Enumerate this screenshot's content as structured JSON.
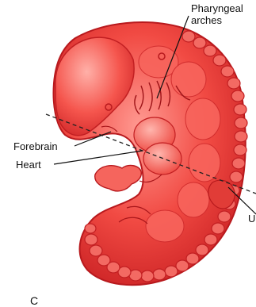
{
  "diagram": {
    "labels": {
      "pharyngeal_line1": "Pharyngeal",
      "pharyngeal_line2": "arches",
      "forebrain": "Forebrain",
      "heart": "Heart",
      "right_cut": "U",
      "panel_letter": "C"
    },
    "colors": {
      "body_fill": "#f0443e",
      "body_light": "#ff8f86",
      "body_dark": "#c91f22",
      "somite_fill": "#f36a63",
      "background": "#ffffff",
      "text": "#111111"
    },
    "plane_line_style": "dashed"
  }
}
